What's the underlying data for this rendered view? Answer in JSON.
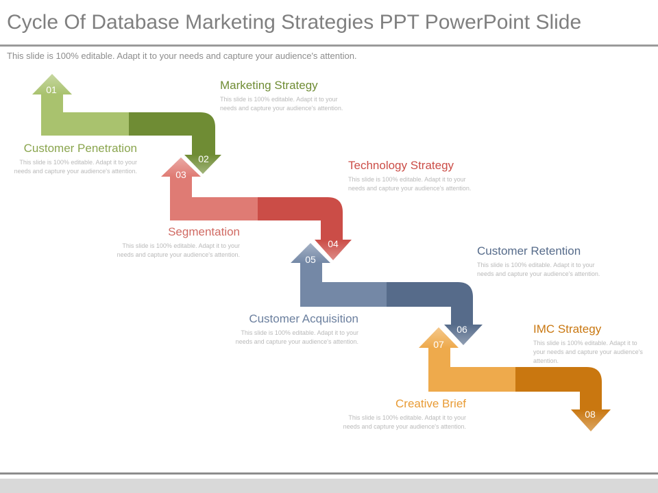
{
  "slide": {
    "title": "Cycle Of Database Marketing Strategies PPT PowerPoint Slide",
    "subtitle": "This slide is 100% editable. Adapt it to your needs and capture your audience's attention."
  },
  "colors": {
    "green_light": "#a9c26e",
    "green_dark": "#6f8c34",
    "red_light": "#df7b74",
    "red_dark": "#cb4d47",
    "blue_light": "#7488a6",
    "blue_dark": "#566b8a",
    "orange_light": "#eeaa4c",
    "orange_dark": "#c97710"
  },
  "stages": [
    {
      "number": "01",
      "title": "Customer Penetration",
      "desc": "This slide is 100% editable. Adapt it to your needs and capture your audience's attention.",
      "color": "#8aa54e"
    },
    {
      "number": "02",
      "title": "Marketing Strategy",
      "desc": "This slide is 100% editable. Adapt it to your needs and capture your audience's attention.",
      "color": "#6f8c34"
    },
    {
      "number": "03",
      "title": "Segmentation",
      "desc": "This slide is 100% editable. Adapt it to your needs and capture your audience's attention.",
      "color": "#d06a63"
    },
    {
      "number": "04",
      "title": "Technology Strategy",
      "desc": "This slide is 100% editable. Adapt it to your needs and capture your audience's attention.",
      "color": "#cb4d47"
    },
    {
      "number": "05",
      "title": "Customer Acquisition",
      "desc": "This slide is 100% editable. Adapt it to your needs and capture your audience's attention.",
      "color": "#6b7f9e"
    },
    {
      "number": "06",
      "title": "Customer Retention",
      "desc": "This slide is 100% editable. Adapt it to your needs and capture your audience's attention.",
      "color": "#566b8a"
    },
    {
      "number": "07",
      "title": "Creative Brief",
      "desc": "This slide is 100% editable. Adapt it to your needs and capture your audience's attention.",
      "color": "#e89b35"
    },
    {
      "number": "08",
      "title": "IMC Strategy",
      "desc": "This slide is 100% editable. Adapt it to your needs and capture your audience's attention.",
      "color": "#c97710"
    }
  ]
}
